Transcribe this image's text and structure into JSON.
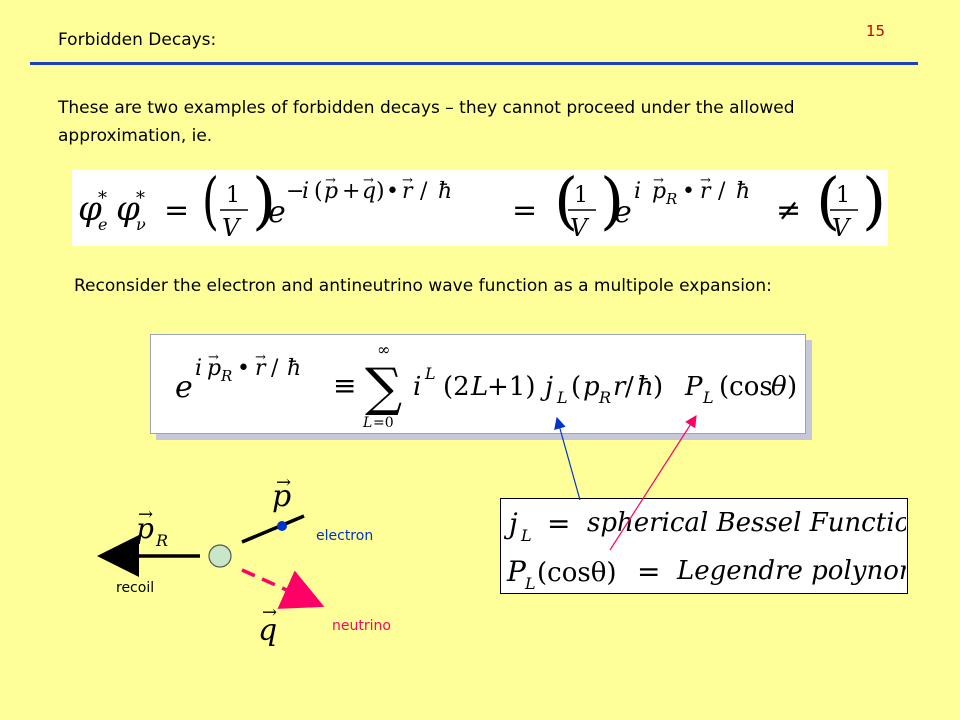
{
  "slide": {
    "title": "Forbidden Decays:",
    "number": "15",
    "intro": "These are two examples of forbidden decays – they cannot proceed under the allowed approximation, ie.",
    "reconsider": "Reconsider the electron and antineutrino wave function as a multipole expansion:"
  },
  "definitions": {
    "jL_symbol": "j",
    "jL_sub": "L",
    "jL_desc": "spherical Bessel Function",
    "PL_symbol": "P",
    "PL_sub": "L",
    "PL_arg": "(cosθ)",
    "PL_desc": "Legendre  polynomial"
  },
  "diagram": {
    "electron_label": "electron",
    "neutrino_label": "neutrino",
    "recoil_label": "recoil",
    "electron_momentum": "p",
    "neutrino_momentum": "q",
    "recoil_momentum": "p",
    "recoil_sub": "R"
  },
  "colors": {
    "background": "#ffff99",
    "rule": "#1f3fbf",
    "number": "#cc0000",
    "electron": "#0033cc",
    "neutrino": "#ff0066"
  }
}
